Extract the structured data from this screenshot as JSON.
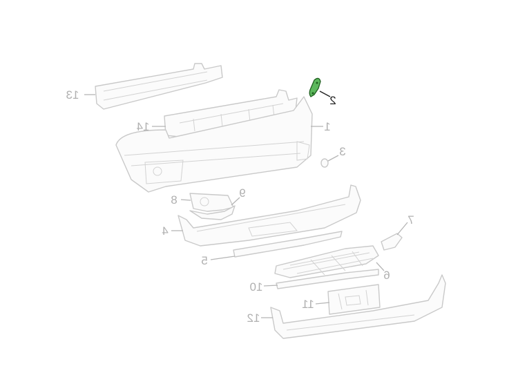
{
  "diagram": {
    "highlighted_part": "2",
    "highlight_color": "#5cb85c",
    "callouts": {
      "p1": "1",
      "p2": "2",
      "p3": "3",
      "p4": "4",
      "p5": "5",
      "p6": "6",
      "p7": "7",
      "p8": "8",
      "p9": "9",
      "p10": "10",
      "p11": "11",
      "p12": "12",
      "p13": "13",
      "p14": "14"
    }
  }
}
